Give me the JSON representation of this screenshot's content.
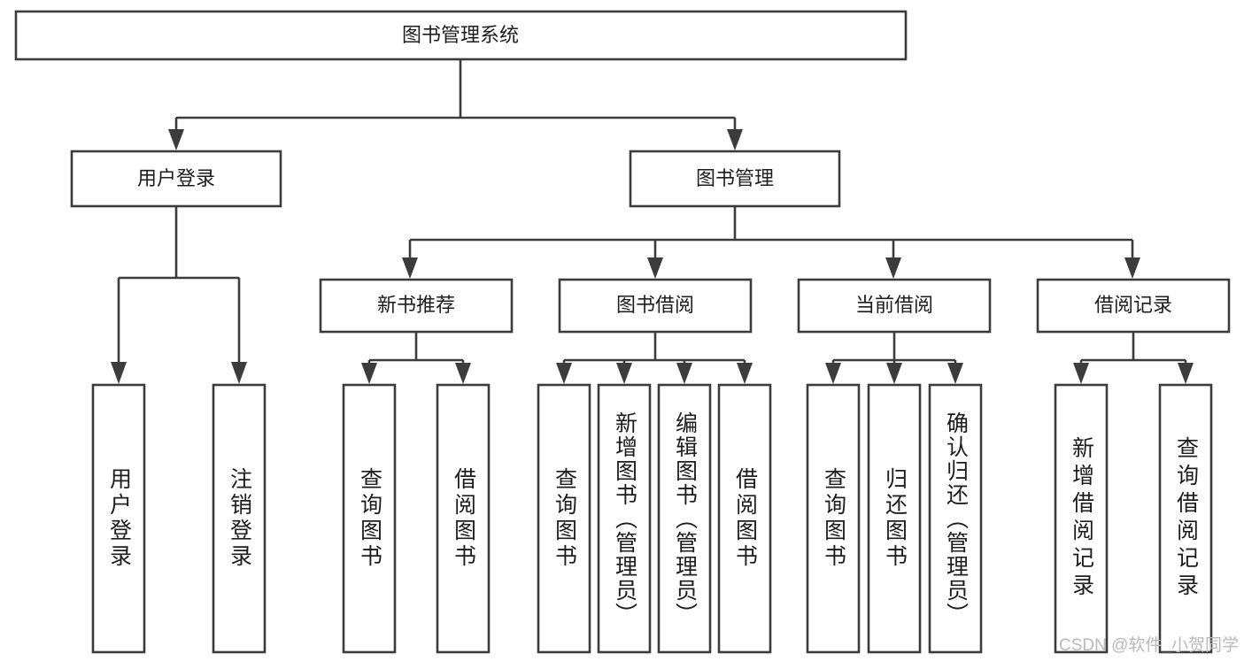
{
  "diagram": {
    "type": "tree-hierarchy",
    "title": "图书管理系统",
    "watermark": "CSDN @软件_小贺同学",
    "colors": {
      "stroke": "#3c3c3c",
      "fill": "#ffffff",
      "text": "#1d1d1d",
      "watermark": "#b9b9b9"
    },
    "nodes": {
      "root": {
        "label": "图书管理系统",
        "level": 1,
        "orientation": "horizontal"
      },
      "l2": [
        {
          "id": "user-login",
          "label": "用户登录",
          "orientation": "horizontal"
        },
        {
          "id": "book-manage",
          "label": "图书管理",
          "orientation": "horizontal"
        }
      ],
      "l3": [
        {
          "id": "new-book-recommend",
          "label": "新书推荐",
          "orientation": "horizontal"
        },
        {
          "id": "book-borrow",
          "label": "图书借阅",
          "orientation": "horizontal"
        },
        {
          "id": "current-borrow",
          "label": "当前借阅",
          "orientation": "horizontal"
        },
        {
          "id": "borrow-record",
          "label": "借阅记录",
          "orientation": "horizontal"
        }
      ],
      "leaves": [
        {
          "id": "leaf-user-login",
          "label": "用户登录",
          "parent": "user-login",
          "orientation": "vertical"
        },
        {
          "id": "leaf-user-logout",
          "label": "注销登录",
          "parent": "user-login",
          "orientation": "vertical"
        },
        {
          "id": "leaf-query-book-1",
          "label": "查询图书",
          "parent": "new-book-recommend",
          "orientation": "vertical"
        },
        {
          "id": "leaf-borrow-book-1",
          "label": "借阅图书",
          "parent": "new-book-recommend",
          "orientation": "vertical"
        },
        {
          "id": "leaf-query-book-2",
          "label": "查询图书",
          "parent": "book-borrow",
          "orientation": "vertical"
        },
        {
          "id": "leaf-add-book",
          "label": "新增图书（管理员）",
          "parent": "book-borrow",
          "orientation": "vertical"
        },
        {
          "id": "leaf-edit-book",
          "label": "编辑图书（管理员）",
          "parent": "book-borrow",
          "orientation": "vertical"
        },
        {
          "id": "leaf-borrow-book-2",
          "label": "借阅图书",
          "parent": "book-borrow",
          "orientation": "vertical"
        },
        {
          "id": "leaf-query-book-3",
          "label": "查询图书",
          "parent": "current-borrow",
          "orientation": "vertical"
        },
        {
          "id": "leaf-return-book",
          "label": "归还图书",
          "parent": "current-borrow",
          "orientation": "vertical"
        },
        {
          "id": "leaf-confirm-return",
          "label": "确认归还（管理员）",
          "parent": "current-borrow",
          "orientation": "vertical"
        },
        {
          "id": "leaf-add-record",
          "label": "新增借阅记录",
          "parent": "borrow-record",
          "orientation": "vertical"
        },
        {
          "id": "leaf-query-record",
          "label": "查询借阅记录",
          "parent": "borrow-record",
          "orientation": "vertical"
        }
      ]
    }
  }
}
